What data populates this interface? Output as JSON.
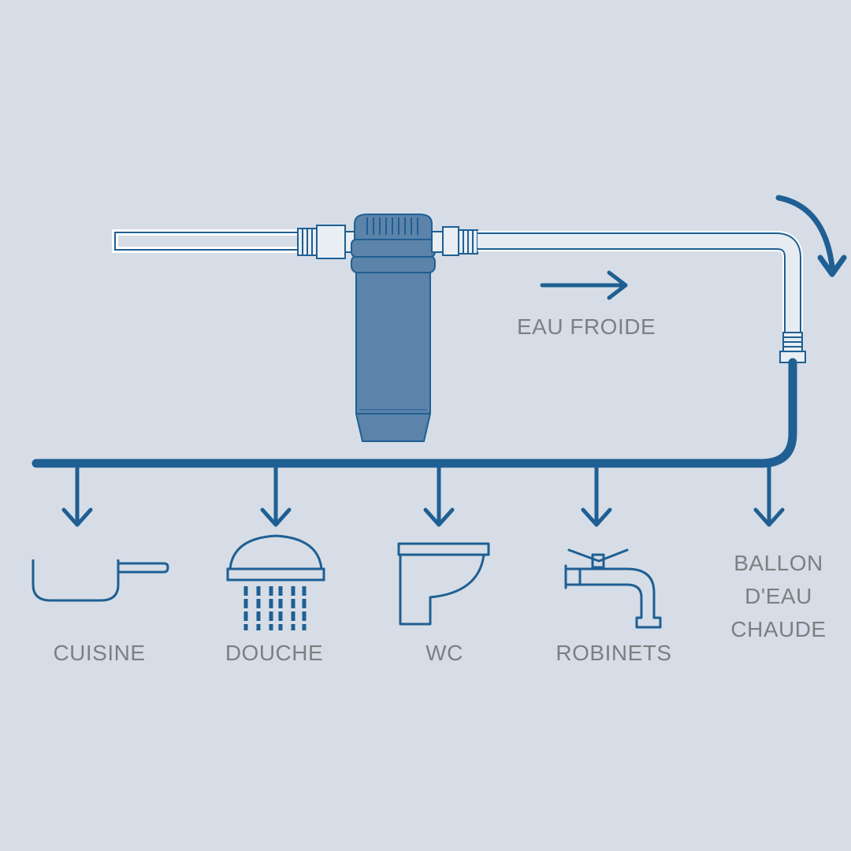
{
  "flow": {
    "cold_water_label": "EAU FROIDE"
  },
  "outlets": [
    {
      "label": "CUISINE",
      "icon": "pan-icon"
    },
    {
      "label": "DOUCHE",
      "icon": "shower-icon"
    },
    {
      "label": "WC",
      "icon": "toilet-icon"
    },
    {
      "label": "ROBINETS",
      "icon": "faucet-icon"
    },
    {
      "label_lines": [
        "BALLON",
        "D'EAU",
        "CHAUDE"
      ],
      "icon": "water-heater"
    }
  ],
  "colors": {
    "background": "#d6dde6",
    "pipe_blue": "#1f5f93",
    "filter_body": "#5c83aa",
    "label_gray": "#7d7f82",
    "outline_pipe": "#ffffff"
  }
}
